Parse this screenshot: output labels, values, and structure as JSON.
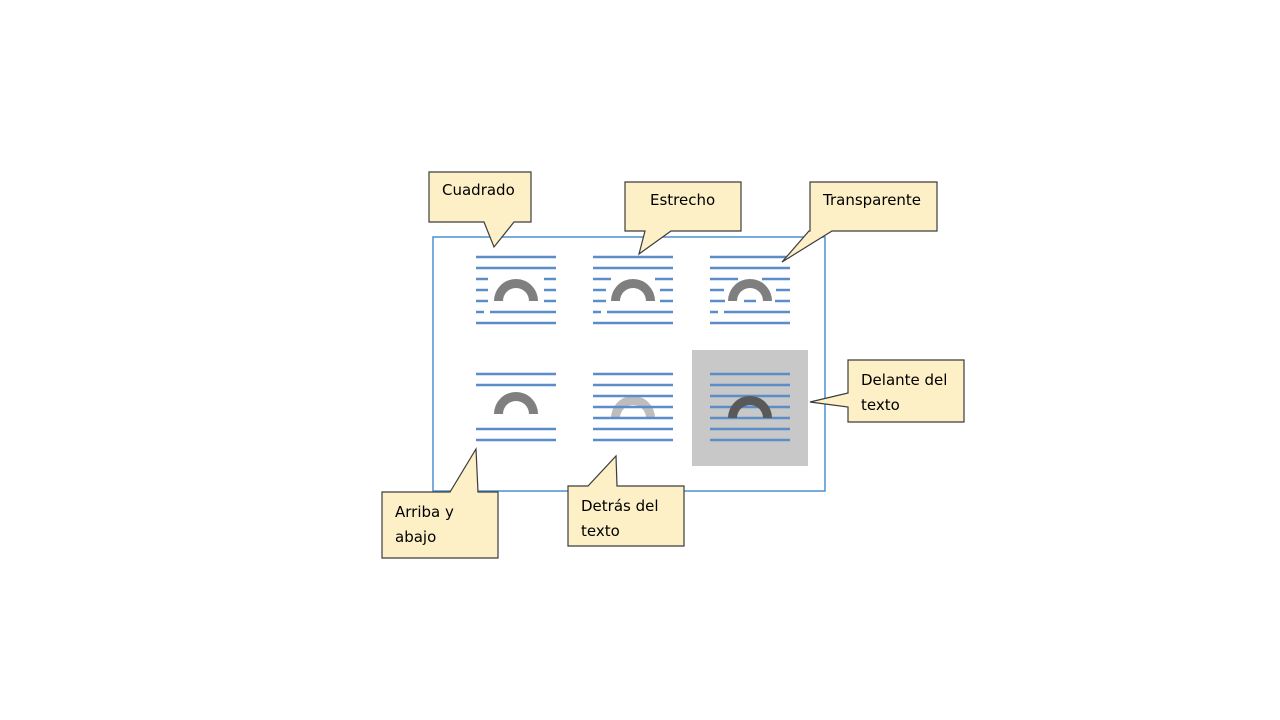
{
  "colors": {
    "panel_border": "#4a90d0",
    "text_line": "#5b8ec8",
    "arc_dark": "#7f7f7f",
    "arc_light": "#bdbdbd",
    "arc_front": "#595959",
    "highlight_bg": "#c8c8c8",
    "callout_fill": "#fdefc6",
    "callout_border": "#3c3c3c"
  },
  "wrap_options": [
    {
      "id": "square",
      "style": "square"
    },
    {
      "id": "tight",
      "style": "tight"
    },
    {
      "id": "through",
      "style": "through"
    },
    {
      "id": "top-bottom",
      "style": "topbottom"
    },
    {
      "id": "behind-text",
      "style": "behind"
    },
    {
      "id": "in-front-of-text",
      "style": "front",
      "selected": true
    }
  ],
  "callouts": {
    "cuadrado": {
      "lines": [
        "Cuadrado"
      ]
    },
    "estrecho": {
      "lines": [
        "Estrecho"
      ]
    },
    "transparente": {
      "lines": [
        "Transparente"
      ]
    },
    "delante": {
      "lines": [
        "Delante del",
        "texto"
      ]
    },
    "arriba": {
      "lines": [
        "Arriba y",
        "abajo"
      ]
    },
    "detras": {
      "lines": [
        "Detrás del",
        "texto"
      ]
    }
  }
}
